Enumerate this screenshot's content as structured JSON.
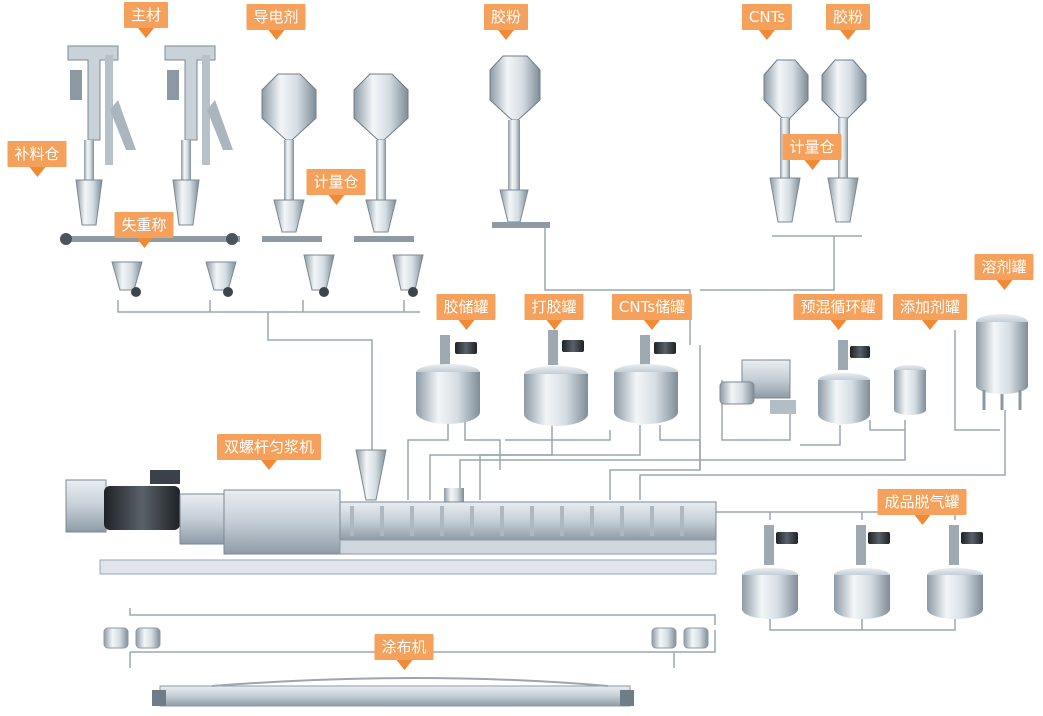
{
  "labels": {
    "main_material": "主材",
    "conductive_agent": "导电剂",
    "glue_powder": "胶粉",
    "cnts": "CNTs",
    "glue_powder_2": "胶粉",
    "supplement_bin": "补料仓",
    "loss_in_weight": "失重称",
    "metering_bin": "计量仓",
    "metering_bin_2": "计量仓",
    "solvent_tank": "溶剂罐",
    "glue_storage_tank": "胶储罐",
    "glue_mixing_tank": "打胶罐",
    "cnts_storage_tank": "CNTs储罐",
    "premix_circulation_tank": "预混循环罐",
    "additive_tank": "添加剂罐",
    "twin_screw_homogenizer": "双螺杆匀浆机",
    "product_degassing_tank": "成品脱气罐",
    "coater": "涂布机"
  },
  "colors": {
    "tag_bg": "#f5a15c",
    "tag_arrow": "#f08a35",
    "pipe": "#9aa7b1",
    "equipment_light": "#dfe6ec",
    "equipment_mid": "#b9c4cd",
    "equipment_dark": "#6f7d88",
    "motor_dark": "#2f3338"
  }
}
